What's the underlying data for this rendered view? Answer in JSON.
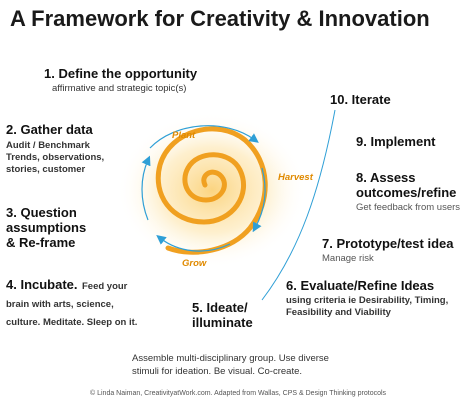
{
  "title": "A Framework for Creativity & Innovation",
  "steps": [
    {
      "label": "1. Define the opportunity",
      "sub": "affirmative and strategic topic(s)"
    },
    {
      "label": "2. Gather data",
      "sub": "Audit / Benchmark\nTrends, observations,\nstories, customer"
    },
    {
      "label": "3. Question\nassumptions\n& Re-frame"
    },
    {
      "label": "4. Incubate.",
      "sub": "Feed your\nbrain with arts, science,\nculture. Meditate. Sleep on it."
    },
    {
      "label": "5. Ideate/\nilluminate"
    },
    {
      "label": "6. Evaluate/Refine Ideas",
      "sub": "using criteria ie Desirability, Timing,\nFeasibility and Viability"
    },
    {
      "label": "7. Prototype/test idea",
      "sub": "Manage risk"
    },
    {
      "label": "8. Assess\noutcomes/refine",
      "sub": "Get feedback from users"
    },
    {
      "label": "9. Implement"
    },
    {
      "label": "10. Iterate"
    }
  ],
  "spiral_labels": {
    "plant": "Plant",
    "grow": "Grow",
    "harvest": "Harvest"
  },
  "bottom_note": "Assemble multi-disciplinary group. Use diverse\nstimuli for ideation. Be visual. Co-create.",
  "credit": "© Linda Naiman, CreativityatWork.com. Adapted from Wallas, CPS & Design Thinking protocols",
  "colors": {
    "spiral": "#f0a020",
    "glow": "#fbd27a",
    "arrow": "#2f9fd6",
    "text": "#111111"
  }
}
